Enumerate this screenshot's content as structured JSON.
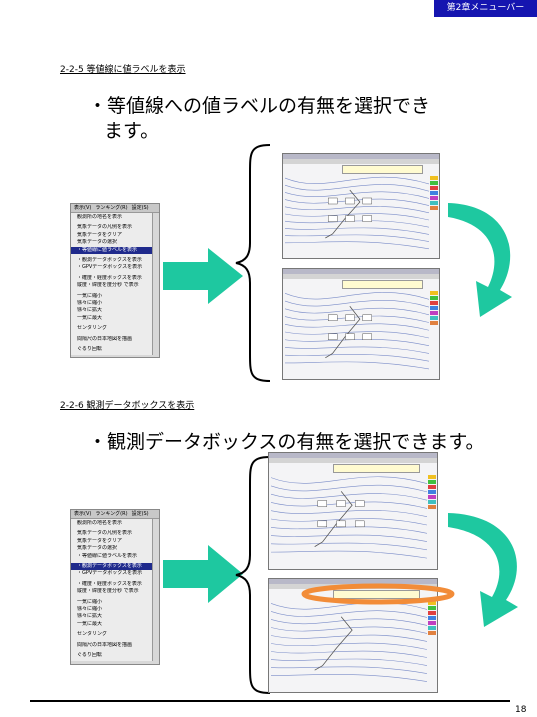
{
  "header": {
    "chapter_tab": "第2章メニューバー"
  },
  "sections": [
    {
      "heading": "2-2-5 等値線に値ラベルを表示",
      "bullet_line1": "・等値線への値ラベルの有無を選択でき",
      "bullet_line2": "ます。"
    },
    {
      "heading": "2-2-6 観測データボックスを表示",
      "bullet_line1": "・観測データボックスの有無を選択できます。"
    }
  ],
  "menu": {
    "bar_items": [
      "表示(V)",
      "ランキング(R)",
      "設定(S)"
    ],
    "items": [
      "観測所の地名を表示",
      "気象データの凡例を表示",
      "気象データをクリア",
      "気象データの選択",
      "・等値線に値ラベルを表示",
      "・観測データボックスを表示",
      "・GPVデータボックスを表示",
      "・確度・経度ボックスを表示",
      "縦度・緯度を度分秒 で表示",
      "一気に縮小",
      "徐々に縮小",
      "徐々に拡大",
      "一気に最大",
      "センタリング",
      "間隔尺の日本地図を描画",
      "ぐるり回転"
    ],
    "selected_first": 4,
    "selected_second": 5
  },
  "colors": {
    "tab_bg": "#1515b0",
    "arrow_teal": "#1ec8a0",
    "highlight_orange": "#f28c38",
    "menu_selected": "#1f2a8c"
  },
  "page_number": "18"
}
